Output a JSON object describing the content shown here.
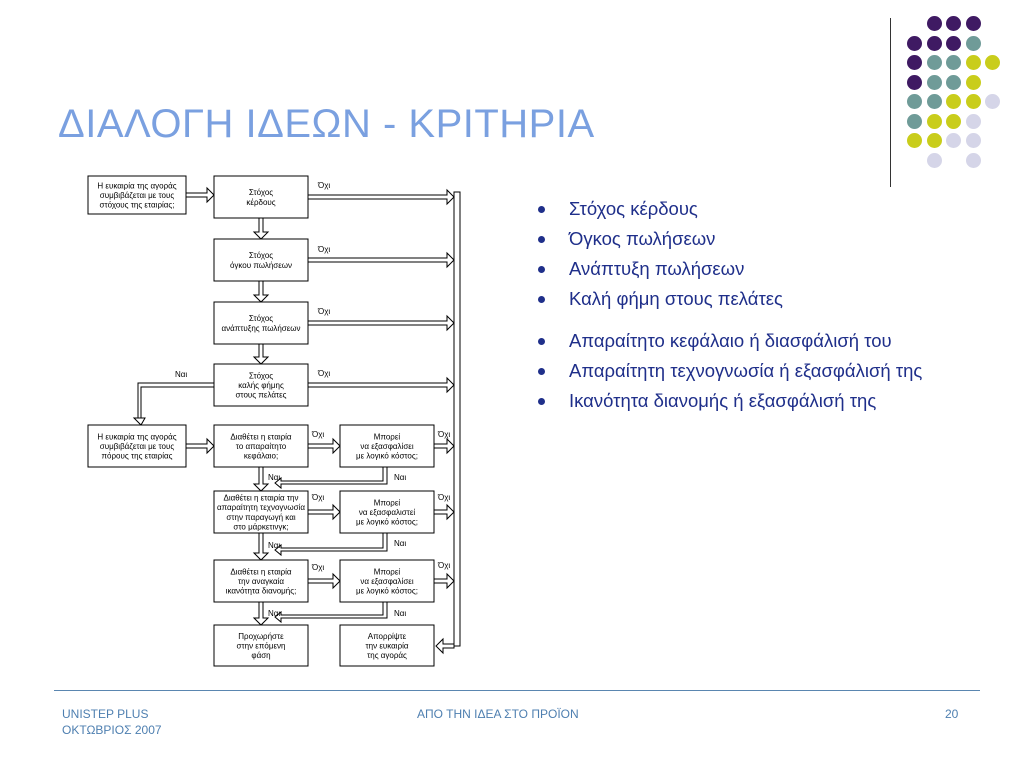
{
  "slide": {
    "title": "ΔΙΑΛΟΓΗ ΙΔΕΩΝ - ΚΡΙΤΗΡΙΑ",
    "title_color": "#7aa0e0"
  },
  "decor": {
    "dot_colors": {
      "purple": "#3f1a63",
      "teal": "#6f9b98",
      "yellow": "#c9cd1b",
      "lilac": "#d5d5e8"
    }
  },
  "flowchart": {
    "boxes": {
      "b_first": [
        "Η ευκαιρία της αγοράς",
        "συμβιβάζεται με τους",
        "στόχους της εταιρίας;"
      ],
      "b_profit": [
        "Στόχος",
        "κέρδους"
      ],
      "b_volume": [
        "Στόχος",
        "όγκου πωλήσεων"
      ],
      "b_growth": [
        "Στόχος",
        "ανάπτυξης πωλήσεων"
      ],
      "b_reput": [
        "Στόχος",
        "καλής φήμης",
        "στους πελάτες"
      ],
      "b_resources": [
        "Η ευκαιρία της αγοράς",
        "συμβιβάζεται με τους",
        "πόρους της εταιρίας"
      ],
      "b_capital": [
        "Διαθέτει η εταιρία",
        "το απαραίτητο",
        "κεφάλαιο;"
      ],
      "b_capital_alt": [
        "Μπορεί",
        "να εξασφαλίσει",
        "με λογικό κόστος;"
      ],
      "b_tech": [
        "Διαθέτει η εταιρία την",
        "απαραίτητη τεχνογνωσία",
        "στην παραγωγή και",
        "στο μάρκετινγκ;"
      ],
      "b_tech_alt": [
        "Μπορεί",
        "να εξασφαλιστεί",
        "με λογικό κόστος;"
      ],
      "b_dist": [
        "Διαθέτει η εταιρία",
        "την αναγκαία",
        "ικανότητα διανομής;"
      ],
      "b_dist_alt": [
        "Μπορεί",
        "να εξασφαλίσει",
        "με λογικό κόστος;"
      ],
      "b_proceed": [
        "Προχωρήστε",
        "στην επόμενη",
        "φάση"
      ],
      "b_reject": [
        "Απορρίψτε",
        "την ευκαιρία",
        "της αγοράς"
      ]
    },
    "labels": {
      "no": "Όχι",
      "yes": "Ναι"
    }
  },
  "bullets": [
    "Στόχος κέρδους",
    "Όγκος πωλήσεων",
    "Ανάπτυξη πωλήσεων",
    "Καλή φήμη στους πελάτες",
    "Απαραίτητο κεφάλαιο ή διασφάλισή του",
    "Απαραίτητη τεχνογνωσία ή εξασφάλισή της",
    "Ικανότητα διανομής ή εξασφάλισή της"
  ],
  "footer": {
    "left_line1": "UNISTEP PLUS",
    "left_line2": "ΟΚΤΩΒΡΙΟΣ 2007",
    "center": "ΑΠΟ ΤΗΝ ΙΔΕΑ ΣΤΟ ΠΡΟΪΟΝ",
    "page_number": "20"
  }
}
